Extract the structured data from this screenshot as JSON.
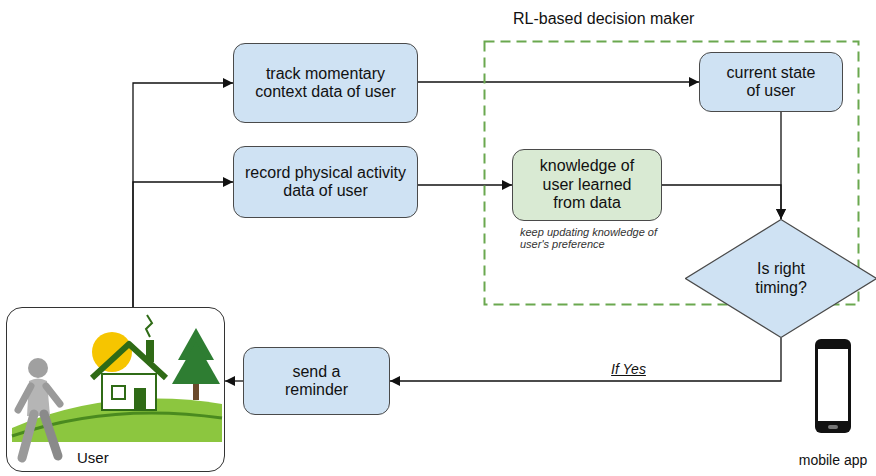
{
  "diagram": {
    "nodes": [
      {
        "text": [
          "RL-based decision maker"
        ]
      },
      {
        "text": [
          "track momentary context data of user"
        ]
      },
      {
        "text": [
          "record physical activity data of user"
        ]
      },
      {
        "text": [
          "current state of user"
        ],
        "in": 0
      },
      {
        "text": [
          "knowledge of user learned from data"
        ],
        "in": 0
      },
      {
        "text": [
          "Is right timing?"
        ],
        "in": 0
      },
      {
        "text": [
          "send a reminder"
        ]
      },
      {
        "text": [
          "User"
        ]
      }
    ],
    "edges": [
      {
        "from": 7,
        "to": 1,
        "arrow": "to"
      },
      {
        "from": 7,
        "to": 2,
        "arrow": "to"
      },
      {
        "from": 1,
        "to": 3,
        "arrow": "to"
      },
      {
        "from": 2,
        "to": 4,
        "arrow": "to"
      },
      {
        "from": 3,
        "to": 5,
        "arrow": "to"
      },
      {
        "from": 4,
        "to": 5,
        "arrow": "to"
      },
      {
        "from": 5,
        "to": 6,
        "label": "If Yes",
        "arrow": "to"
      },
      {
        "from": 6,
        "to": 7,
        "arrow": "to"
      }
    ],
    "labels": [
      "keep updating knowledge of user's preference",
      "mobile app"
    ]
  }
}
